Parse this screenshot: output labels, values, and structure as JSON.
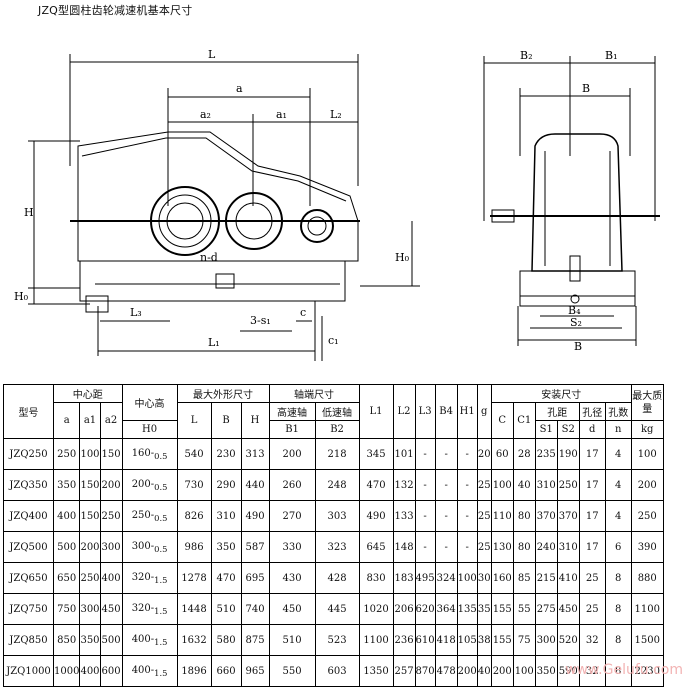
{
  "title": "JZQ型圆柱齿轮减速机基本尺寸",
  "drawing_labels": {
    "L": "L",
    "a": "a",
    "a2": "a₂",
    "a1": "a₁",
    "L2": "L₂",
    "H": "H",
    "H0_left": "H₀",
    "H0_right": "H₀",
    "nd": "n-d",
    "L3": "L₃",
    "s1": "3-s₁",
    "c": "c",
    "c1": "c₁",
    "L1": "L₁",
    "B2": "B₂",
    "B1": "B₁",
    "B": "B",
    "B4": "B₄",
    "S2": "S₂",
    "B_bottom": "B"
  },
  "table": {
    "header": {
      "model": "型号",
      "center_distance": "中心距",
      "a": "a",
      "a1": "a1",
      "a2": "a2",
      "center_height": "中心高",
      "H0": "H0",
      "max_dims": "最大外形尺寸",
      "L": "L",
      "B": "B",
      "H": "H",
      "shaft_dims": "轴端尺寸",
      "high_speed": "高速轴",
      "B1": "B1",
      "low_speed": "低速轴",
      "B2": "B2",
      "L1": "L1",
      "L2": "L2",
      "L3": "L3",
      "B4": "B4",
      "H1": "H1",
      "g": "g",
      "install": "安装尺寸",
      "C": "C",
      "C1": "C1",
      "hole_dist": "孔距",
      "S1": "S1",
      "S2": "S2",
      "hole_dia": "孔径",
      "d": "d",
      "hole_count": "孔数",
      "n": "n",
      "max_mass": "最大质量",
      "kg": "kg"
    },
    "rows": [
      {
        "model": "JZQ250",
        "a": "250",
        "a1": "100",
        "a2": "150",
        "H0": "160-",
        "H0_tol": "0.5",
        "L": "540",
        "B": "230",
        "H": "313",
        "B1": "200",
        "B2": "218",
        "L1": "345",
        "L2": "101",
        "L3": "-",
        "B4": "-",
        "H1": "-",
        "g": "20",
        "C": "60",
        "C1": "28",
        "S1": "235",
        "S2": "190",
        "d": "17",
        "n": "4",
        "kg": "100"
      },
      {
        "model": "JZQ350",
        "a": "350",
        "a1": "150",
        "a2": "200",
        "H0": "200-",
        "H0_tol": "0.5",
        "L": "730",
        "B": "290",
        "H": "440",
        "B1": "260",
        "B2": "248",
        "L1": "470",
        "L2": "132",
        "L3": "-",
        "B4": "-",
        "H1": "-",
        "g": "25",
        "C": "100",
        "C1": "40",
        "S1": "310",
        "S2": "250",
        "d": "17",
        "n": "4",
        "kg": "200"
      },
      {
        "model": "JZQ400",
        "a": "400",
        "a1": "150",
        "a2": "250",
        "H0": "250-",
        "H0_tol": "0.5",
        "L": "826",
        "B": "310",
        "H": "490",
        "B1": "270",
        "B2": "303",
        "L1": "490",
        "L2": "133",
        "L3": "-",
        "B4": "-",
        "H1": "-",
        "g": "25",
        "C": "110",
        "C1": "80",
        "S1": "370",
        "S2": "370",
        "d": "17",
        "n": "4",
        "kg": "250"
      },
      {
        "model": "JZQ500",
        "a": "500",
        "a1": "200",
        "a2": "300",
        "H0": "300-",
        "H0_tol": "0.5",
        "L": "986",
        "B": "350",
        "H": "587",
        "B1": "330",
        "B2": "323",
        "L1": "645",
        "L2": "148",
        "L3": "-",
        "B4": "-",
        "H1": "-",
        "g": "25",
        "C": "130",
        "C1": "80",
        "S1": "240",
        "S2": "310",
        "d": "17",
        "n": "6",
        "kg": "390"
      },
      {
        "model": "JZQ650",
        "a": "650",
        "a1": "250",
        "a2": "400",
        "H0": "320-",
        "H0_tol": "1.5",
        "L": "1278",
        "B": "470",
        "H": "695",
        "B1": "430",
        "B2": "428",
        "L1": "830",
        "L2": "183",
        "L3": "495",
        "B4": "324",
        "H1": "100",
        "g": "30",
        "C": "160",
        "C1": "85",
        "S1": "215",
        "S2": "410",
        "d": "25",
        "n": "8",
        "kg": "880"
      },
      {
        "model": "JZQ750",
        "a": "750",
        "a1": "300",
        "a2": "450",
        "H0": "320-",
        "H0_tol": "1.5",
        "L": "1448",
        "B": "510",
        "H": "740",
        "B1": "450",
        "B2": "445",
        "L1": "1020",
        "L2": "206",
        "L3": "620",
        "B4": "364",
        "H1": "135",
        "g": "35",
        "C": "155",
        "C1": "55",
        "S1": "275",
        "S2": "450",
        "d": "25",
        "n": "8",
        "kg": "1100"
      },
      {
        "model": "JZQ850",
        "a": "850",
        "a1": "350",
        "a2": "500",
        "H0": "400-",
        "H0_tol": "1.5",
        "L": "1632",
        "B": "580",
        "H": "875",
        "B1": "510",
        "B2": "523",
        "L1": "1100",
        "L2": "236",
        "L3": "610",
        "B4": "418",
        "H1": "105",
        "g": "38",
        "C": "155",
        "C1": "75",
        "S1": "300",
        "S2": "520",
        "d": "32",
        "n": "8",
        "kg": "1500"
      },
      {
        "model": "JZQ1000",
        "a": "1000",
        "a1": "400",
        "a2": "600",
        "H0": "400-",
        "H0_tol": "1.5",
        "L": "1896",
        "B": "660",
        "H": "965",
        "B1": "550",
        "B2": "603",
        "L1": "1350",
        "L2": "257",
        "L3": "870",
        "B4": "478",
        "H1": "200",
        "g": "40",
        "C": "200",
        "C1": "100",
        "S1": "350",
        "S2": "590",
        "d": "32",
        "n": "8",
        "kg": "2230"
      }
    ]
  },
  "watermark": "www.Gelufu.com",
  "colors": {
    "line": "#000000",
    "watermark": "#f2b3b3"
  }
}
